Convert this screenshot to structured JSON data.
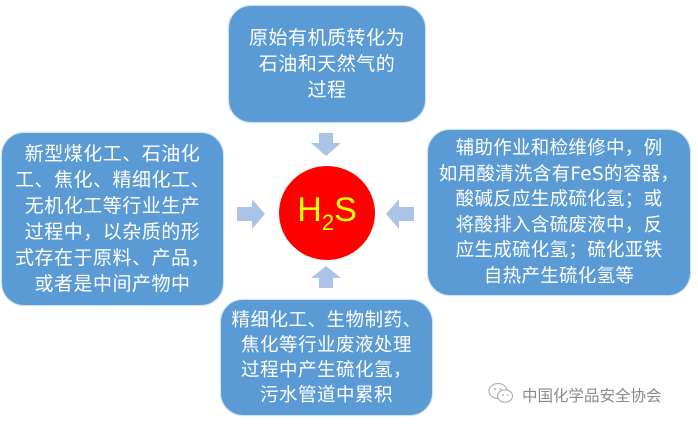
{
  "center": {
    "label_main": "H",
    "label_sub": "2",
    "label_tail": "S",
    "fill_color": "#ff0000",
    "text_color": "#ffff00"
  },
  "box_color": "#5b9bd5",
  "arrow_color": "#a9c4e4",
  "boxes": {
    "top": {
      "lines": [
        "原始有机质转化为",
        "石油和天然气的",
        "过程"
      ]
    },
    "left": {
      "lines": [
        "新型煤化工、石油化",
        "工、焦化、精细化工、",
        "无机化工等行业生产",
        "过程中，以杂质的形",
        "式存在于原料、产品，",
        "或者是中间产物中"
      ]
    },
    "right": {
      "lines": [
        "辅助作业和检维修中，例",
        "如用酸清洗含有FeS的容器，",
        "酸碱反应生成硫化氢；或",
        "将酸排入含硫废液中，反",
        "应生成硫化氢；硫化亚铁",
        "自热产生硫化氢等"
      ]
    },
    "bottom": {
      "lines": [
        "精细化工、生物制药、",
        "焦化等行业废液处理",
        "过程中产生硫化氢，",
        "污水管道中累积"
      ]
    }
  },
  "watermark": {
    "icon": "wechat-icon",
    "text": "中国化学品安全协会"
  }
}
